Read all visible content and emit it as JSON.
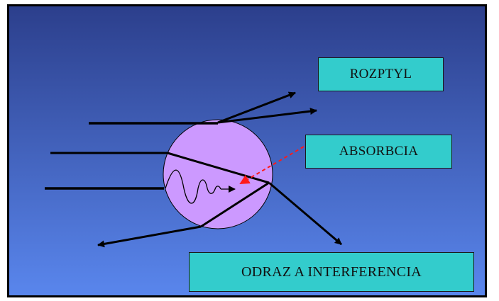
{
  "labels": {
    "scatter": "ROZPTYL",
    "absorption": "ABSORBCIA",
    "reflection": "ODRAZ A INTERFERENCIA"
  },
  "colors": {
    "background_top": "#2c3f8c",
    "background_bottom": "#5a87ee",
    "particle_fill": "#cc99ff",
    "label_box_fill": "#33cccc",
    "absorption_arrow": "#ff1a1a",
    "ray_color": "#000000"
  }
}
